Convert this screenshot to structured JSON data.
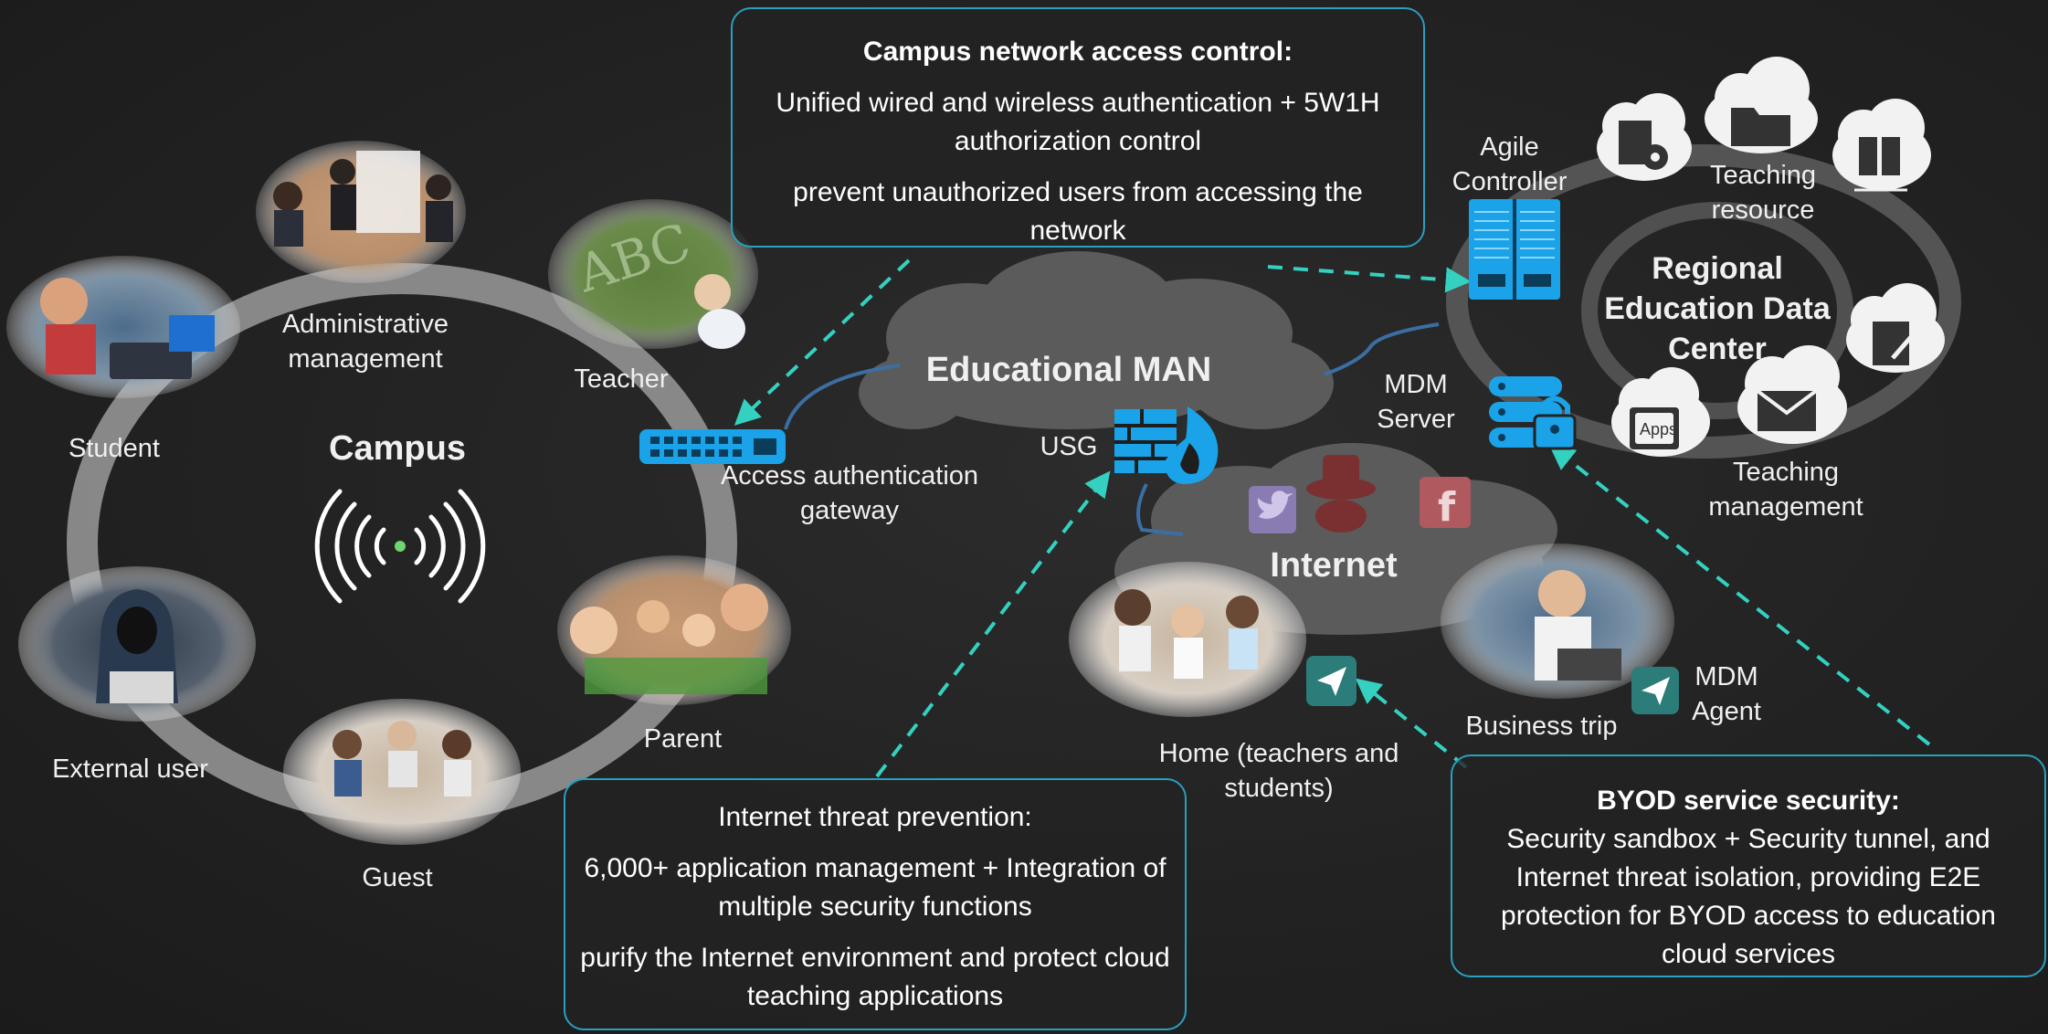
{
  "campus": {
    "title": "Campus",
    "groups": {
      "administrative": "Administrative management",
      "teacher": "Teacher",
      "student": "Student",
      "external": "External user",
      "guest": "Guest",
      "parent": "Parent"
    }
  },
  "access_gateway": "Access authentication gateway",
  "man": {
    "title": "Educational MAN",
    "usg": "USG"
  },
  "internet": {
    "title": "Internet",
    "home": "Home (teachers and students)",
    "trip": "Business trip",
    "mdm_agent": "MDM Agent"
  },
  "datacenter": {
    "title": "Regional Education Data Center",
    "agile": "Agile Controller",
    "mdm_server": "MDM Server",
    "teaching_resource": "Teaching resource",
    "teaching_management": "Teaching management",
    "apps_icon_label": "Apps"
  },
  "box_access": {
    "title": "Campus network access control:",
    "line1": "Unified wired and wireless authentication + 5W1H authorization control",
    "line2": "prevent unauthorized users from accessing the network"
  },
  "box_internet": {
    "title": "Internet threat prevention:",
    "line1": "6,000+ application management + Integration of multiple security functions",
    "line2": "purify the Internet environment and protect cloud teaching applications"
  },
  "box_byod": {
    "title": "BYOD service security:",
    "line1": "Security sandbox + Security tunnel, and Internet threat isolation, providing E2E protection for BYOD access to education cloud services"
  },
  "colors": {
    "accent": "#1aa3e8",
    "arrow": "#34d1c0",
    "border": "#2a9fbf",
    "cloud": "#5a5a5a"
  }
}
